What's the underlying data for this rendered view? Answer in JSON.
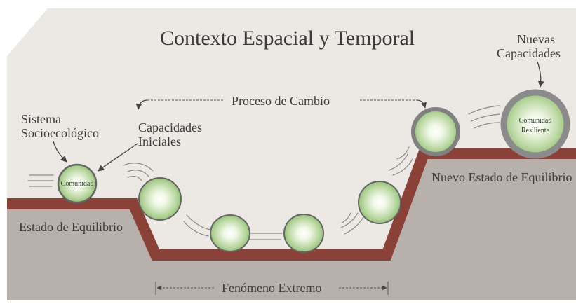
{
  "title": "Contexto Espacial y Temporal",
  "labels": {
    "sistema_line1": "Sistema",
    "sistema_line2": "Socioecológico",
    "capacidades_iniciales_line1": "Capacidades",
    "capacidades_iniciales_line2": "Iniciales",
    "proceso_de_cambio": "Proceso de Cambio",
    "nuevas_capacidades_line1": "Nuevas",
    "nuevas_capacidades_line2": "Capacidades",
    "estado_de_equilibrio": "Estado de Equilibrio",
    "nuevo_estado_de_equilibrio": "Nuevo Estado de Equilibrio",
    "fenomeno_extremo": "Fenómeno Extremo"
  },
  "balls": {
    "start_label": "Comunidad",
    "end_label_line1": "Comunidad",
    "end_label_line2": "Resiliente"
  },
  "colors": {
    "background": "#ece8e4",
    "ground": "#b8b0ab",
    "ground_line": "#8a4238",
    "ball_fill": "#a9cf8d",
    "ball_ring_small": "#666666",
    "ball_ring_large": "#8b8b8b",
    "text": "#3a3a3a"
  }
}
